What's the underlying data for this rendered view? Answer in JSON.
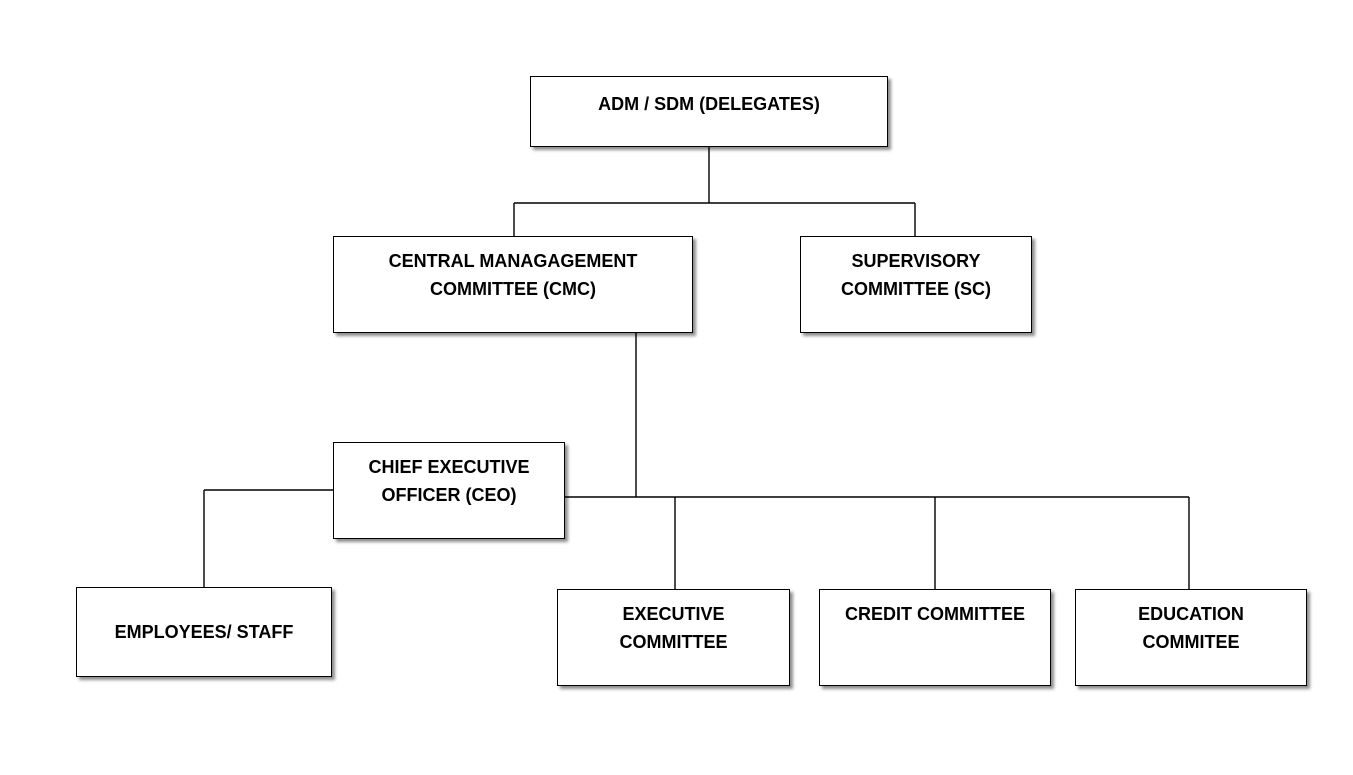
{
  "diagram": {
    "nodes": {
      "adm": {
        "lines": [
          "ADM / SDM (DELEGATES)"
        ]
      },
      "cmc": {
        "lines": [
          "CENTRAL MANAGAGEMENT",
          "COMMITTEE (CMC)"
        ]
      },
      "sc": {
        "lines": [
          "SUPERVISORY",
          "COMMITTEE (SC)"
        ]
      },
      "ceo": {
        "lines": [
          "CHIEF EXECUTIVE",
          "OFFICER (CEO)"
        ]
      },
      "emp": {
        "lines": [
          "EMPLOYEES/ STAFF"
        ]
      },
      "exec": {
        "lines": [
          "EXECUTIVE",
          "COMMITTEE"
        ]
      },
      "credit": {
        "lines": [
          "CREDIT COMMITTEE"
        ]
      },
      "edu": {
        "lines": [
          "EDUCATION",
          "COMMITEE"
        ]
      }
    },
    "edges": [
      {
        "from": "adm",
        "to": "cmc"
      },
      {
        "from": "adm",
        "to": "sc"
      },
      {
        "from": "cmc",
        "to": "ceo"
      },
      {
        "from": "cmc",
        "to": "exec"
      },
      {
        "from": "cmc",
        "to": "credit"
      },
      {
        "from": "cmc",
        "to": "edu"
      },
      {
        "from": "ceo",
        "to": "emp"
      }
    ]
  }
}
